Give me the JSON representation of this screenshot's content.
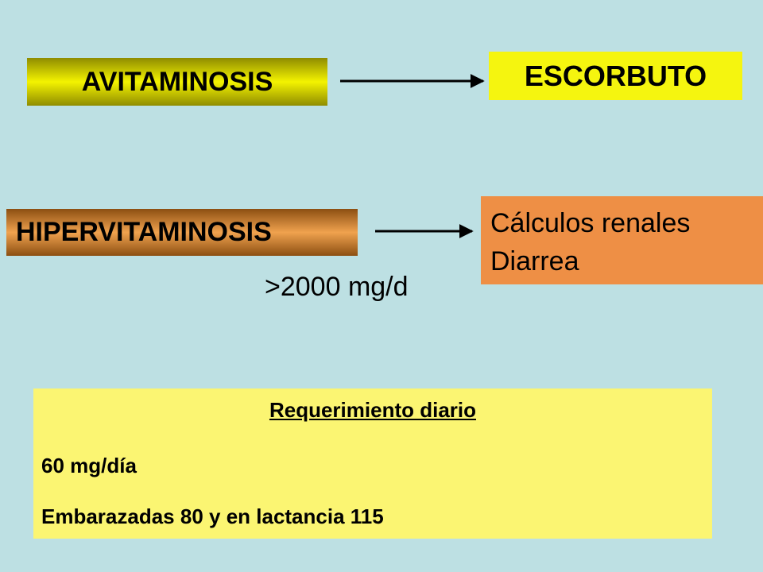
{
  "avitaminosis": {
    "label": "AVITAMINOSIS"
  },
  "escorbuto": {
    "label": "ESCORBUTO"
  },
  "hipervitaminosis": {
    "label": "HIPERVITAMINOSIS"
  },
  "efectos": {
    "line1": "Cálculos renales",
    "line2": "Diarrea"
  },
  "dosis": {
    "label": ">2000 mg/d"
  },
  "requerimiento": {
    "title": "Requerimiento diario",
    "line1": "60 mg/día",
    "line2": "Embarazadas 80 y en lactancia 115"
  },
  "colors": {
    "background": "#bde0e3",
    "escorbuto_box": "#f5f50f",
    "efectos_box": "#ee8f45",
    "requerimiento_box": "#fbf572"
  }
}
